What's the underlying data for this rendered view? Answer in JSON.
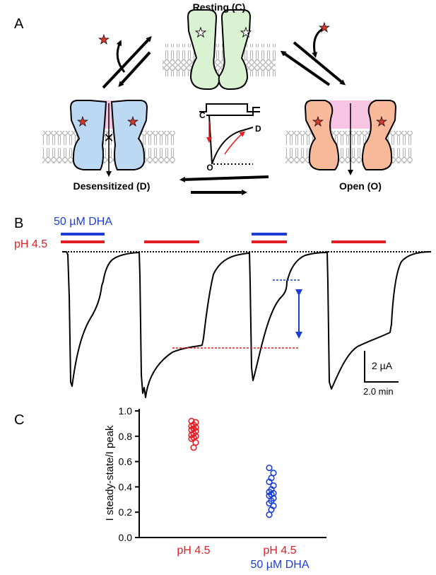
{
  "panels": {
    "a": {
      "letter": "A",
      "states": {
        "resting": "Resting (C)",
        "desensitized": "Desensitized (D)",
        "open": "Open (O)"
      },
      "inset": {
        "c": "C",
        "d": "D",
        "o": "O"
      }
    },
    "b": {
      "letter": "B",
      "legend": {
        "dha": "50 µM DHA",
        "ph": "pH 4.5"
      },
      "scale": {
        "current": "2 µA",
        "time": "2.0 min"
      }
    },
    "c": {
      "letter": "C",
      "x_labels": {
        "ph": "pH 4.5",
        "ph2": "pH 4.5",
        "dha": "50 µM DHA"
      }
    }
  },
  "colors": {
    "red": "#e31e24",
    "blue": "#1b3fd6",
    "resting_fill": "#d9f2d2",
    "desensitized_fill": "#bcd8f2",
    "open_fill": "#f7b99a",
    "pore": "#f8c4e4",
    "star": "#d93a2e"
  },
  "chart_data": {
    "type": "scatter",
    "ylabel": "I steady-state/I peak",
    "ylim": [
      0,
      1.0
    ],
    "yticks": [
      "0.0",
      "0.2",
      "0.4",
      "0.6",
      "0.8",
      "1.0"
    ],
    "categories": [
      "pH 4.5",
      "pH 4.5 + 50 µM DHA"
    ],
    "series": [
      {
        "values": [
          0.92,
          0.91,
          0.89,
          0.88,
          0.87,
          0.86,
          0.85,
          0.84,
          0.82,
          0.81,
          0.8,
          0.79,
          0.78,
          0.75,
          0.71
        ]
      },
      {
        "values": [
          0.55,
          0.51,
          0.47,
          0.44,
          0.41,
          0.38,
          0.36,
          0.35,
          0.34,
          0.33,
          0.31,
          0.29,
          0.27,
          0.25,
          0.22,
          0.18
        ]
      }
    ]
  }
}
